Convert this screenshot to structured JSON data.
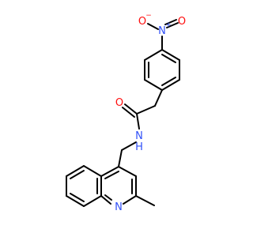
{
  "molecule": {
    "atoms": {
      "nitro_o_left": {
        "text": "O",
        "charge": "−",
        "color": "#ff0d0d"
      },
      "nitro_n": {
        "text": "N",
        "charge": "+",
        "color": "#3050f8"
      },
      "nitro_o_right": {
        "text": "O",
        "color": "#ff0d0d"
      },
      "carbonyl_o": {
        "text": "O",
        "color": "#ff0d0d"
      },
      "amide_n": {
        "text": "N",
        "color": "#3050f8"
      },
      "amide_h": {
        "text": "H",
        "color": "#3050f8"
      },
      "ring_n": {
        "text": "N",
        "color": "#3050f8"
      }
    },
    "colors": {
      "bond": "#000000",
      "oxygen": "#ff0d0d",
      "nitrogen": "#3050f8"
    }
  }
}
